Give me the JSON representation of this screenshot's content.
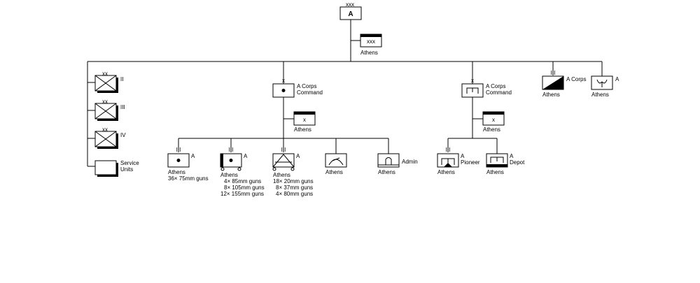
{
  "diagram": {
    "top": {
      "echelon": "xxx",
      "label": "A"
    },
    "hq": {
      "echelon": "xxx",
      "location": "Athens"
    },
    "divisions": [
      {
        "echelon": "xx",
        "label": "II"
      },
      {
        "echelon": "xx",
        "label": "III"
      },
      {
        "echelon": "xx",
        "label": "IV"
      }
    ],
    "service_units": {
      "label_line1": "Service",
      "label_line2": "Units"
    },
    "corps_artillery": {
      "echelon": "x",
      "label_line1": "A Corps",
      "label_line2": "Command",
      "hq": {
        "echelon": "x",
        "location": "Athens"
      },
      "units": [
        {
          "echelon": "III",
          "label": "A",
          "location": "Athens",
          "details": [
            "36× 75mm guns"
          ]
        },
        {
          "echelon": "III",
          "label": "A",
          "location": "Athens",
          "details": [
            "4× 85mm guns",
            "8× 105mm guns",
            "12× 155mm guns"
          ]
        },
        {
          "echelon": "III",
          "label": "A",
          "location": "Athens",
          "details": [
            "18× 20mm guns",
            "8× 37mm guns",
            "4× 80mm guns"
          ]
        },
        {
          "label": "",
          "location": "Athens",
          "details": []
        },
        {
          "label": "Admin",
          "location": "Athens",
          "details": []
        }
      ]
    },
    "corps_engineer": {
      "echelon": "x",
      "label_line1": "A Corps",
      "label_line2": "Command",
      "hq": {
        "echelon": "x",
        "location": "Athens"
      },
      "units": [
        {
          "echelon": "III",
          "label_line1": "A",
          "label_line2": "Pioneer",
          "location": "Athens"
        },
        {
          "echelon": "",
          "label_line1": "A",
          "label_line2": "Depot",
          "location": "Athens"
        }
      ]
    },
    "signal_unit": {
      "echelon": "III",
      "label": "A Corps",
      "location": "Athens"
    },
    "cavalry_unit": {
      "label": "A",
      "location": "Athens"
    }
  }
}
